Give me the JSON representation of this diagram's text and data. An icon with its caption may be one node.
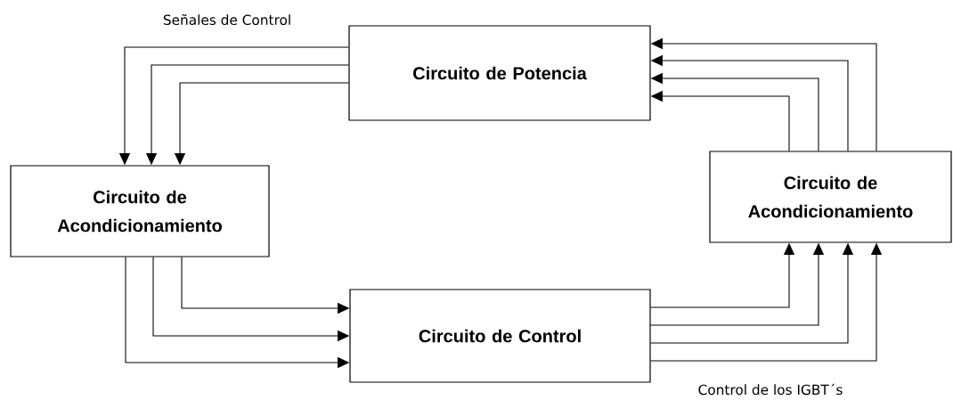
{
  "diagram": {
    "nodes": [
      {
        "text": [
          "Circuito de Potencia"
        ]
      },
      {
        "text": [
          "Circuito de Acondicionamiento"
        ]
      },
      {
        "text": [
          "Circuito de Control"
        ]
      },
      {
        "text": [
          "Circuito de Acondicionamiento"
        ]
      }
    ],
    "edges": [
      {
        "from": 0,
        "to": 1,
        "arrow": "to"
      },
      {
        "from": 0,
        "to": 1,
        "arrow": "to"
      },
      {
        "from": 0,
        "to": 1,
        "arrow": "to"
      },
      {
        "from": 1,
        "to": 2,
        "arrow": "to"
      },
      {
        "from": 1,
        "to": 2,
        "arrow": "to"
      },
      {
        "from": 1,
        "to": 2,
        "arrow": "to"
      },
      {
        "from": 2,
        "to": 3,
        "arrow": "to"
      },
      {
        "from": 2,
        "to": 3,
        "arrow": "to"
      },
      {
        "from": 2,
        "to": 3,
        "arrow": "to"
      },
      {
        "from": 2,
        "to": 3,
        "arrow": "to"
      },
      {
        "from": 3,
        "to": 0,
        "arrow": "to"
      },
      {
        "from": 3,
        "to": 0,
        "arrow": "to"
      },
      {
        "from": 3,
        "to": 0,
        "arrow": "to"
      },
      {
        "from": 3,
        "to": 0,
        "arrow": "to"
      }
    ],
    "labels": [
      "Señales de Control",
      "Control de los IGBT´s"
    ]
  }
}
